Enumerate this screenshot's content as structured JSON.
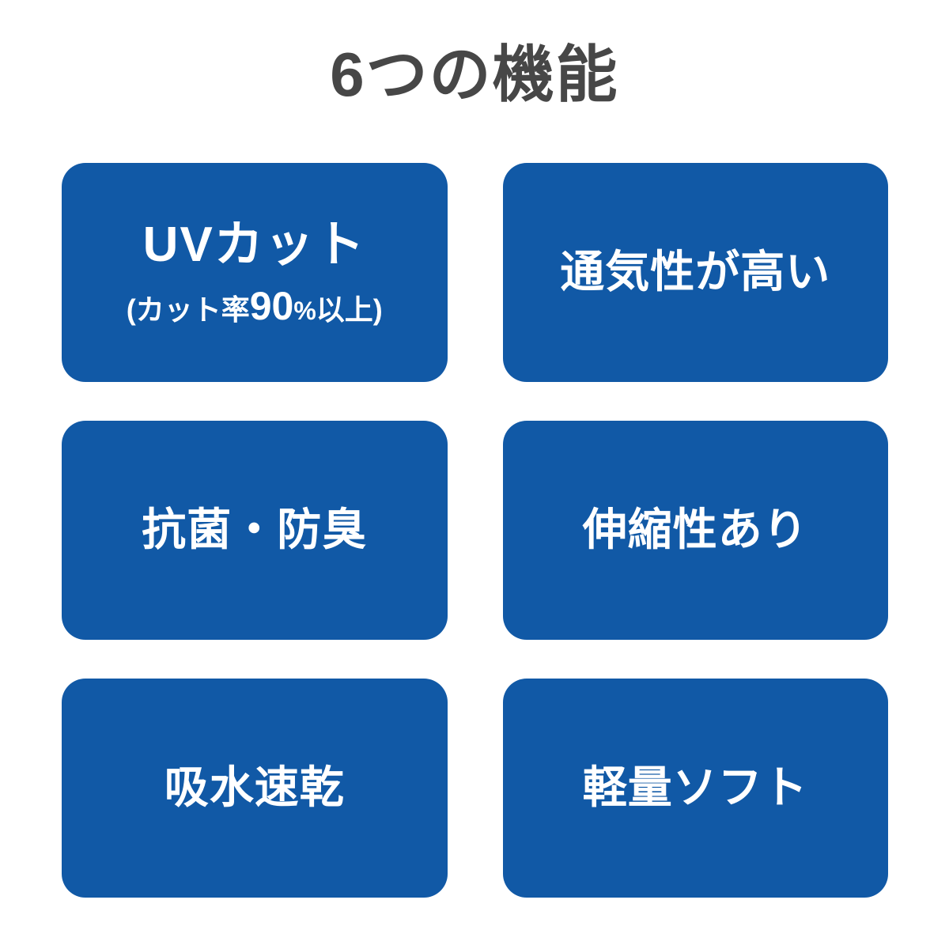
{
  "title": "6つの機能",
  "colors": {
    "background": "#ffffff",
    "card_blue": "#1159a6",
    "title_gray": "#474747",
    "card_text": "#ffffff"
  },
  "cards": [
    {
      "label": "UVカット",
      "sub_prefix": "(カット率",
      "sub_number": "90",
      "sub_percent": "%",
      "sub_suffix": "以上)"
    },
    {
      "label": "通気性が高い"
    },
    {
      "label": "抗菌・防臭"
    },
    {
      "label": "伸縮性あり"
    },
    {
      "label": "吸水速乾"
    },
    {
      "label": "軽量ソフト"
    }
  ]
}
